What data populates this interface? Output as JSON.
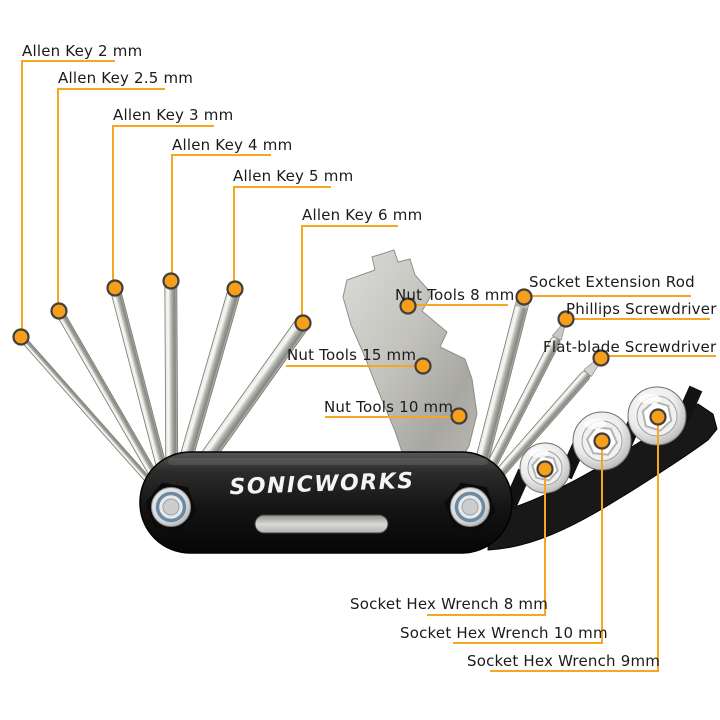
{
  "figure": {
    "brand": "SONICWORKS",
    "background": "#ffffff",
    "accent_line": "#f5a623",
    "marker_fill": "#f79e1b",
    "marker_outline": "#413f3d",
    "label_color": "#1b1b1b"
  },
  "labels": [
    {
      "id": "allen-key-2mm",
      "text": "Allen Key 2 mm"
    },
    {
      "id": "allen-key-2-5mm",
      "text": "Allen Key 2.5 mm"
    },
    {
      "id": "allen-key-3mm",
      "text": "Allen Key 3 mm"
    },
    {
      "id": "allen-key-4mm",
      "text": "Allen Key 4 mm"
    },
    {
      "id": "allen-key-5mm",
      "text": "Allen Key 5 mm"
    },
    {
      "id": "allen-key-6mm",
      "text": "Allen Key 6 mm"
    },
    {
      "id": "nut-tools-8mm",
      "text": "Nut Tools 8 mm"
    },
    {
      "id": "socket-extension-rod",
      "text": "Socket Extension Rod"
    },
    {
      "id": "phillips-screwdriver",
      "text": "Phillips Screwdriver"
    },
    {
      "id": "flat-blade-screwdriver",
      "text": "Flat-blade Screwdriver"
    },
    {
      "id": "nut-tools-15mm",
      "text": "Nut Tools 15 mm"
    },
    {
      "id": "nut-tools-10mm",
      "text": "Nut Tools 10 mm"
    },
    {
      "id": "socket-hex-wrench-8mm",
      "text": "Socket Hex Wrench 8 mm"
    },
    {
      "id": "socket-hex-wrench-10mm",
      "text": "Socket Hex Wrench 10 mm"
    },
    {
      "id": "socket-hex-wrench-9mm",
      "text": "Socket Hex Wrench 9mm"
    }
  ]
}
